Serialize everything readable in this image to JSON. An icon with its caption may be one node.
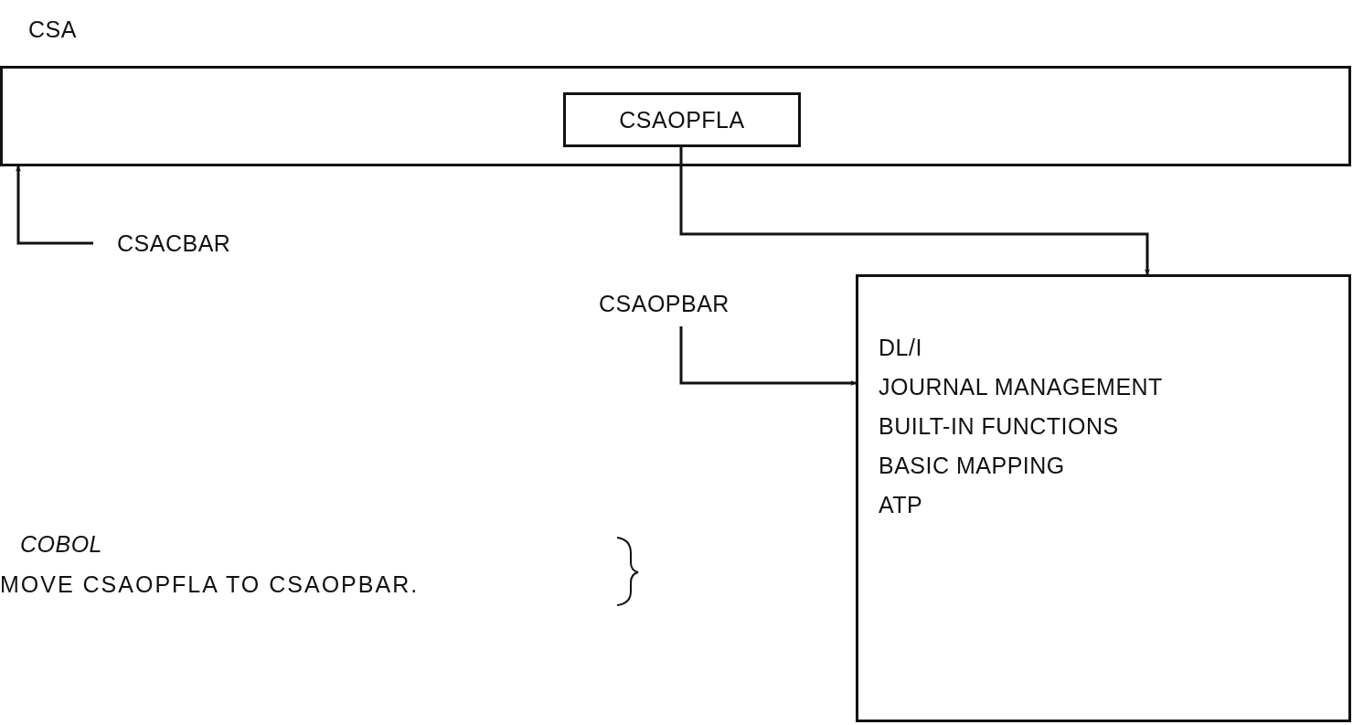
{
  "diagram": {
    "nodes": [
      {
        "text": [
          "CSA"
        ]
      },
      {
        "text": [
          "CSAOPFLA"
        ],
        "in": 0
      },
      {
        "text": [
          "DL/I",
          "JOURNAL MANAGEMENT",
          "BUILT-IN FUNCTIONS",
          "BASIC MAPPING",
          "ATP"
        ]
      },
      {
        "text": [
          "CSACBAR"
        ]
      },
      {
        "text": [
          "CSAOPBAR"
        ]
      }
    ],
    "edges": [
      {
        "from": 1,
        "to": 2,
        "arrow": "to"
      },
      {
        "from": 3,
        "to": 0,
        "arrow": "to"
      },
      {
        "from": 4,
        "to": 2,
        "arrow": "to"
      }
    ],
    "labels": [
      "COBOL",
      "MOVE CSAOPFLA TO CSAOPBAR."
    ]
  }
}
